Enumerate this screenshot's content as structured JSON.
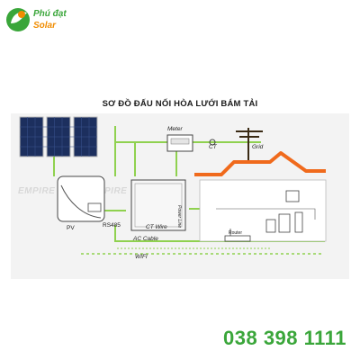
{
  "logo": {
    "line1": "Phú đạt",
    "line2": "Solar"
  },
  "title": "SƠ ĐỒ ĐẤU NỐI HÒA LƯỚI BÁM TẢI",
  "labels": {
    "meter": "Meter",
    "ct": "CT",
    "grid": "Grid",
    "pv": "PV",
    "rs485": "RS485",
    "ct_wire": "CT Wire",
    "power_line": "Power Line",
    "ac_cable": "AC Cable",
    "wifi": "WIFI",
    "router": "Router"
  },
  "watermark": "EMPIRE",
  "phone": "038 398 1111",
  "colors": {
    "brand_green": "#3aa63a",
    "brand_orange": "#f08c00",
    "wire_green": "#8fd14f",
    "roof_orange": "#f06a1c"
  }
}
